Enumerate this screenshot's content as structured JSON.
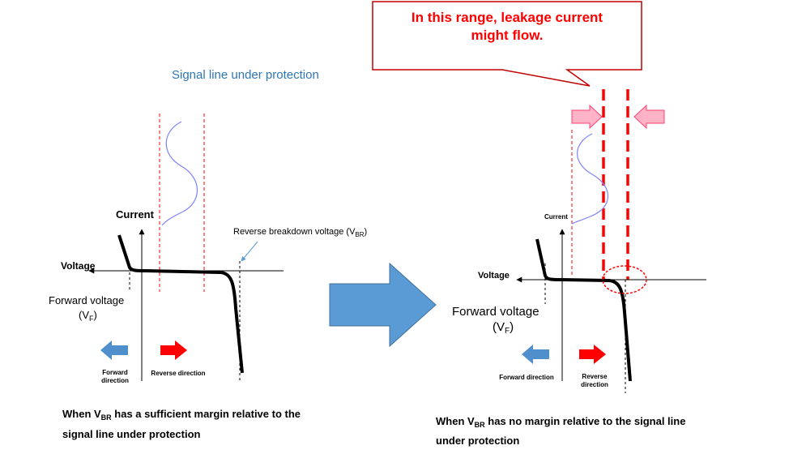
{
  "callout": {
    "line1": "In this range, leakage current",
    "line2": "might flow."
  },
  "signal_label": "Signal line under protection",
  "left": {
    "current_label": "Current",
    "voltage_label": "Voltage",
    "reverse_breakdown_label": "Reverse breakdown voltage (V",
    "reverse_breakdown_sub": "BR",
    "reverse_breakdown_close": ")",
    "forward_voltage_line1": "Forward voltage",
    "forward_voltage_line2": "(V",
    "forward_voltage_sub": "F",
    "forward_voltage_close": ")",
    "forward_direction_line1": "Forward",
    "forward_direction_line2": "direction",
    "reverse_direction": "Reverse direction",
    "caption_line1_pre": "When V",
    "caption_line1_sub": "BR",
    "caption_line1_post": " has a sufficient margin relative to the",
    "caption_line2": "signal line under protection"
  },
  "right": {
    "current_label": "Current",
    "voltage_label": "Voltage",
    "forward_voltage_line1": "Forward voltage",
    "forward_voltage_line2": "(V",
    "forward_voltage_sub": "F",
    "forward_voltage_close": ")",
    "forward_direction": "Forward direction",
    "reverse_direction_line1": "Reverse",
    "reverse_direction_line2": "direction",
    "caption_line1_pre": "When V",
    "caption_line1_sub": "BR",
    "caption_line1_post": " has no margin relative to the signal line",
    "caption_line2": "under protection"
  },
  "colors": {
    "callout_text": "#ff0000",
    "callout_border": "#c00000",
    "signal_text": "#2e75b6",
    "dashed_red": "#ff0000",
    "sine": "#8080ff",
    "arrow_blue": "#4f8fcc",
    "arrow_red": "#ff0000",
    "pink_arrow_fill": "#ffb3c6",
    "pink_arrow_stroke": "#ff4070",
    "big_arrow_fill": "#5b9bd5",
    "big_arrow_stroke": "#41719c"
  }
}
